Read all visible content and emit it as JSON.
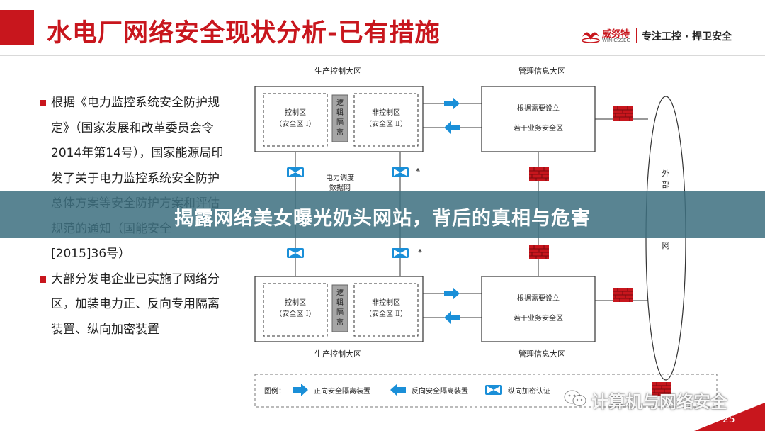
{
  "slide": {
    "title": "水电厂网络安全现状分析-已有措施",
    "page_number": "25"
  },
  "logo": {
    "name": "威努特",
    "sub": "WINICSSEC",
    "slogan": "专注工控 · 捍卫安全",
    "brand_color": "#c8161d"
  },
  "bullets": [
    "根据《电力监控系统安全防护规定》（国家发展和改革委员会令2014年第14号），国家能源局印发了关于电力监控系统安全防护总体方案等安全防护方案和评估规范的通知（国能安全[2015]36号）",
    "大部分发电企业已实施了网络分区，加装电力正、反向专用隔离装置、纵向加密装置"
  ],
  "diagram": {
    "top_zone_label": "生产控制大区",
    "bottom_zone_label": "生产控制大区",
    "mgmt_top_label": "管理信息大区",
    "mgmt_bottom_label": "管理信息大区",
    "control_zone": [
      "控制区",
      "（安全区 Ⅰ）"
    ],
    "noncontrol_zone": [
      "非控制区",
      "（安全区 Ⅱ）"
    ],
    "logical_isolation": [
      "逻",
      "辑",
      "隔",
      "离"
    ],
    "mgmt_box": [
      "根据需要设立",
      "若干业务安全区"
    ],
    "center_net": [
      "电力调度",
      "数据网"
    ],
    "external_net": [
      "外",
      "部",
      "网"
    ],
    "asterisk": "*",
    "legend": {
      "prefix": "图例：",
      "forward": "正向安全隔离装置",
      "reverse": "反向安全隔离装置",
      "vertical": "纵向加密认证"
    }
  },
  "banner": {
    "text": "揭露网络美女曝光奶头网站，背后的真相与危害"
  },
  "watermark": {
    "text": "计算机与网络安全"
  }
}
